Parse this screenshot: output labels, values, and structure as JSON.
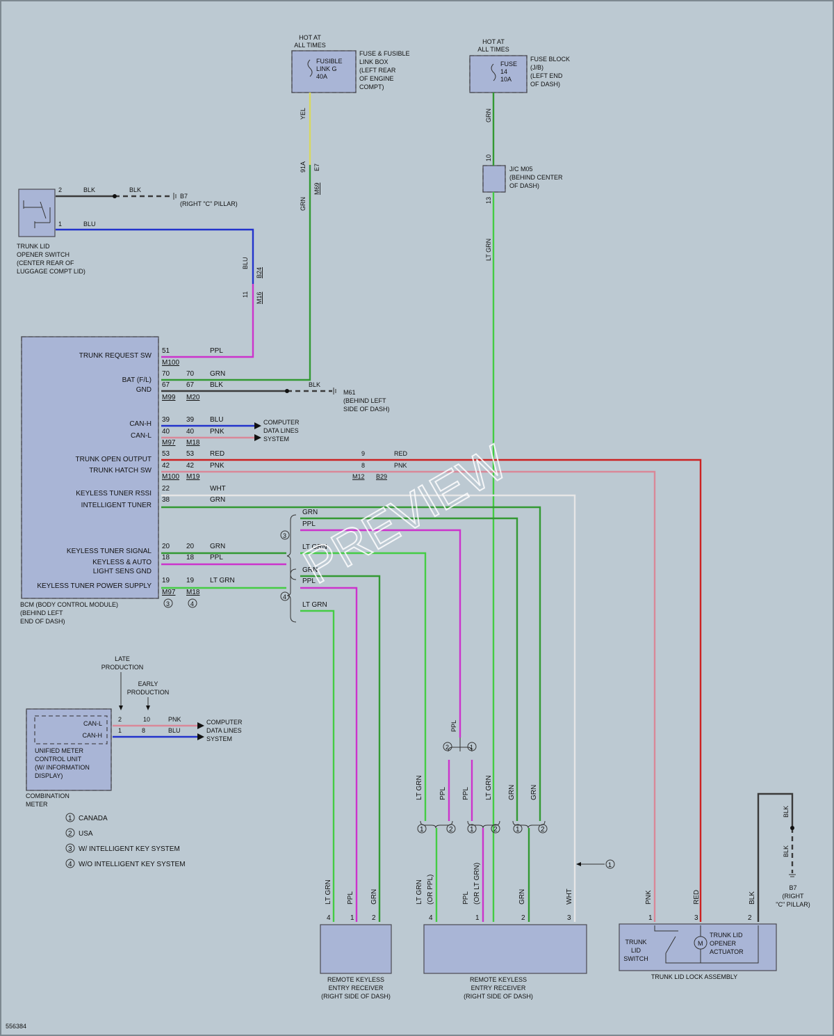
{
  "colors": {
    "blk": "#3a3a3a",
    "blu": "#2233cc",
    "ppl": "#cc33cc",
    "grn": "#339933",
    "yel": "#d8d860",
    "red": "#cc2222",
    "pnk": "#d98898",
    "wht": "#e6e6e6",
    "ltgrn": "#44cc44"
  },
  "top": {
    "hot1": [
      "HOT AT",
      "ALL TIMES"
    ],
    "fusible": [
      "FUSIBLE",
      "LINK G",
      "40A"
    ],
    "fusebox_desc": [
      "FUSE & FUSIBLE",
      "LINK BOX",
      "(LEFT REAR",
      "OF ENGINE",
      "COMPT)"
    ],
    "hot2": [
      "HOT AT",
      "ALL TIMES"
    ],
    "fuse": [
      "FUSE",
      "14",
      "10A"
    ],
    "fuseblock_desc": [
      "FUSE BLOCK",
      "(J/B)",
      "(LEFT END",
      "OF DASH)"
    ],
    "jc": [
      "J/C M05",
      "(BEHIND CENTER",
      "OF DASH)"
    ]
  },
  "wire_labels": {
    "yel": "YEL",
    "p91a": "91A",
    "e7": "E7",
    "m69": "M69",
    "grn": "GRN",
    "grn2": "GRN",
    "p10": "10",
    "p13": "13",
    "ltgrn": "LT GRN",
    "blu": "BLU",
    "b24": "B24",
    "p11": "11",
    "m16": "M16",
    "sw_2": "2",
    "sw_blk1": "BLK",
    "sw_blk2": "BLK",
    "b7": "B7",
    "b7_loc": "(RIGHT \"C\" PILLAR)",
    "sw_1": "1",
    "sw_blu": "BLU"
  },
  "trunk_switch": [
    "TRUNK LID",
    "OPENER SWITCH",
    "(CENTER REAR OF",
    "LUGGAGE COMPT LID)"
  ],
  "bcm": {
    "pins": [
      "TRUNK REQUEST SW",
      "BAT (F/L)",
      "GND",
      "CAN-H",
      "CAN-L",
      "TRUNK OPEN OUTPUT",
      "TRUNK HATCH SW",
      "KEYLESS TUNER RSSI",
      "INTELLIGENT TUNER",
      "KEYLESS TUNER SIGNAL",
      "KEYLESS & AUTO",
      "LIGHT SENS GND",
      "KEYLESS TUNER POWER SUPPLY"
    ],
    "name": [
      "BCM (BODY CONTROL MODULE)",
      "(BEHIND LEFT",
      "END OF DASH)"
    ],
    "conn": [
      "M100",
      "M99",
      "M20",
      "M97",
      "M18",
      "M100",
      "M19",
      "M97",
      "M18"
    ],
    "rows": [
      {
        "a": "51",
        "b": "",
        "c": "PPL"
      },
      {
        "a": "70",
        "b": "70",
        "c": "GRN"
      },
      {
        "a": "67",
        "b": "67",
        "c": "BLK"
      },
      {
        "a": "39",
        "b": "39",
        "c": "BLU"
      },
      {
        "a": "40",
        "b": "40",
        "c": "PNK"
      },
      {
        "a": "53",
        "b": "53",
        "c": "RED"
      },
      {
        "a": "42",
        "b": "42",
        "c": "PNK"
      },
      {
        "a": "22",
        "b": "",
        "c": "WHT"
      },
      {
        "a": "38",
        "b": "",
        "c": "GRN"
      },
      {
        "a": "20",
        "b": "20",
        "c": "GRN"
      },
      {
        "a": "18",
        "b": "18",
        "c": "PPL"
      },
      {
        "a": "19",
        "b": "19",
        "c": "LT GRN"
      }
    ],
    "notes": [
      "3",
      "4"
    ]
  },
  "m61": {
    "blk": "BLK",
    "desc": [
      "M61",
      "(BEHIND LEFT",
      "SIDE OF DASH)"
    ]
  },
  "cdl1": [
    "COMPUTER",
    "DATA LINES",
    "SYSTEM"
  ],
  "red_conn": {
    "p9": "9",
    "p8": "8",
    "red": "RED",
    "pnk": "PNK",
    "m12": "M12",
    "b29": "B29"
  },
  "branch": {
    "grn1": "GRN",
    "ppl1": "PPL",
    "ltgrn1": "LT GRN",
    "grn2": "GRN",
    "ppl2": "PPL",
    "ltgrn2": "LT GRN",
    "n3": "3",
    "n4": "4"
  },
  "meter": {
    "late": [
      "LATE",
      "PRODUCTION"
    ],
    "early": [
      "EARLY",
      "PRODUCTION"
    ],
    "canl": "CAN-L",
    "canh": "CAN-H",
    "p2": "2",
    "p10": "10",
    "pnk": "PNK",
    "p1": "1",
    "p8": "8",
    "blu": "BLU",
    "desc": [
      "UNIFIED METER",
      "CONTROL UNIT",
      "(W/ INFORMATION",
      "DISPLAY)"
    ],
    "name": [
      "COMBINATION",
      "METER"
    ],
    "cdl": [
      "COMPUTER",
      "DATA LINES",
      "SYSTEM"
    ]
  },
  "legend": [
    {
      "n": "1",
      "t": "CANADA"
    },
    {
      "n": "2",
      "t": "USA"
    },
    {
      "n": "3",
      "t": "W/ INTELLIGENT KEY SYSTEM"
    },
    {
      "n": "4",
      "t": "W/O INTELLIGENT KEY SYSTEM"
    }
  ],
  "lower": {
    "ppl_top": "PPL",
    "n2": "2",
    "n1": "1",
    "v_ltgrn1": "LT GRN",
    "v_ppl1": "PPL",
    "v_ppl2": "PPL",
    "v_ltgrn2": "LT GRN",
    "v_grn1": "GRN",
    "v_grn2": "GRN",
    "g1": "1",
    "g2": "2",
    "g3": "1",
    "g4": "2",
    "g5": "1",
    "g6": "2",
    "arrow1": "1",
    "r1_ltgrn": "LT GRN",
    "r1_ppl": "PPL",
    "r1_grn": "GRN",
    "r1_p4": "4",
    "r1_p1": "1",
    "r1_p2": "2",
    "r2_ltgrn": "LT GRN",
    "r2_orppl": "(OR PPL)",
    "r2_ppl": "PPL",
    "r2_orltgrn": "(OR LT GRN)",
    "r2_grn": "GRN",
    "r2_wht": "WHT",
    "r2_p4": "4",
    "r2_p1": "1",
    "r2_p2": "2",
    "r2_p3": "3",
    "rke1": [
      "REMOTE KEYLESS",
      "ENTRY RECEIVER",
      "(RIGHT SIDE OF DASH)"
    ],
    "rke2": [
      "REMOTE KEYLESS",
      "ENTRY RECEIVER",
      "(RIGHT SIDE OF DASH)"
    ]
  },
  "trunk_lock": {
    "pnk": "PNK",
    "red": "RED",
    "blk": "BLK",
    "p1": "1",
    "p3": "3",
    "p2": "2",
    "blk_top": "BLK",
    "blk_mid": "BLK",
    "b7": "B7",
    "b7_loc": [
      "(RIGHT",
      "\"C\" PILLAR)"
    ],
    "switch": [
      "TRUNK",
      "LID",
      "SWITCH"
    ],
    "actuator": [
      "TRUNK LID",
      "OPENER",
      "ACTUATOR"
    ],
    "motor": "M",
    "name": "TRUNK LID LOCK ASSEMBLY"
  },
  "watermark": "PREVIEW",
  "diagram_id": "556384"
}
